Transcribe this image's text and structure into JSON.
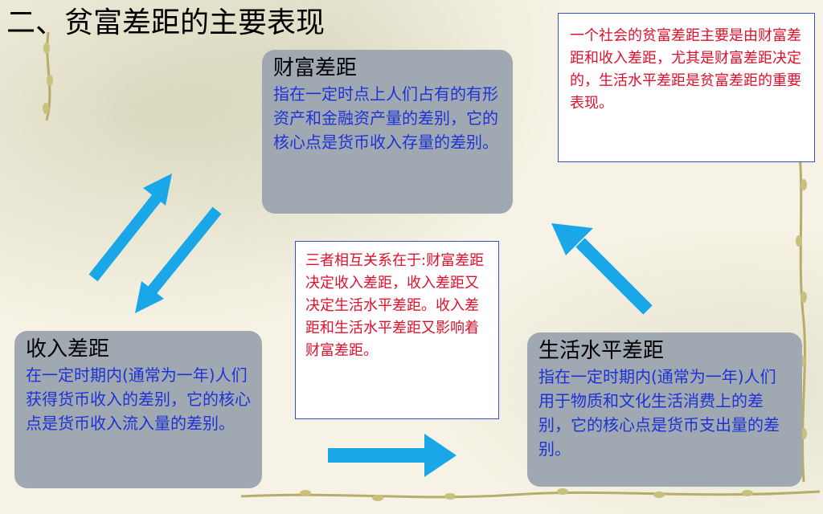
{
  "page": {
    "title": "二、贫富差距的主要表现"
  },
  "cards": {
    "wealth": {
      "title": "财富差距",
      "desc": "指在一定时点上人们占有的有形资产和金融资产量的差别，它的核心点是货币收入存量的差别。"
    },
    "income": {
      "title": "收入差距",
      "desc": "在一定时期内(通常为一年)人们获得货币收入的差别，它的核心点是货币收入流入量的差别。"
    },
    "living": {
      "title": "生活水平差距",
      "desc": "指在一定时期内(通常为一年)人们用于物质和文化生活消费上的差别，它的核心点是货币支出量的差别。"
    }
  },
  "notes": {
    "top": "一个社会的贫富差距主要是由财富差距和收入差距，尤其是财富差距决定的，生活水平差距是贫富差距的重要表现。",
    "middle": "三者相互关系在于:财富差距决定收入差距，收入差距又决定生活水平差距。收入差距和生活水平差距又影响着财富差距。"
  },
  "colors": {
    "arrow": "#1aa7e8",
    "card_bg": "#a0a8b2",
    "card_desc": "#1d33d6",
    "note_text": "#e0102c"
  },
  "icons": {
    "arrows": [
      "arrow-up-right-icon",
      "arrow-down-left-icon",
      "arrow-right-icon",
      "arrow-up-left-icon"
    ]
  }
}
